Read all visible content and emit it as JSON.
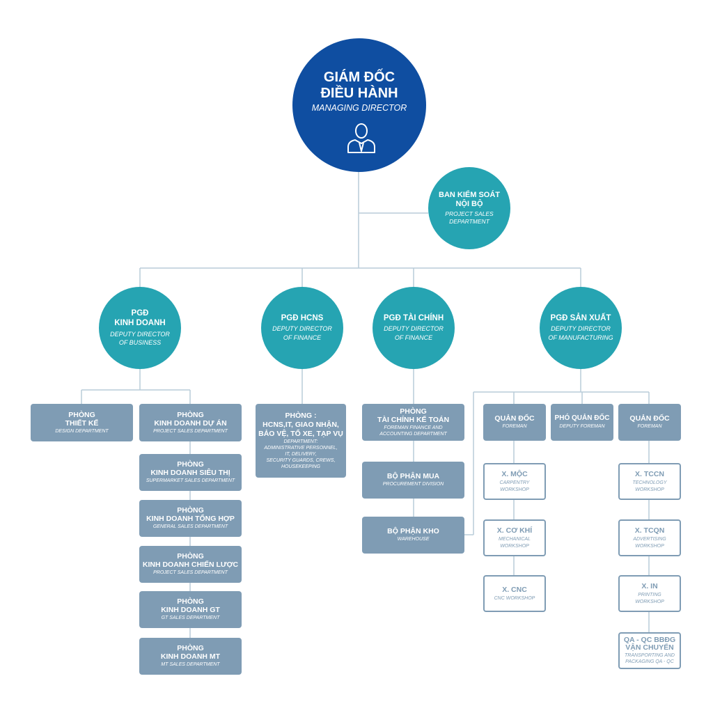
{
  "colors": {
    "managing": "#0f4ea1",
    "deputy": "#26a4b2",
    "box": "#7f9cb4",
    "line": "#b8ccd9"
  },
  "managing_director": {
    "title_line1": "GIÁM ĐỐC",
    "title_line2": "ĐIỀU HÀNH",
    "subtitle": "MANAGING DIRECTOR",
    "icon": "user-tie-icon"
  },
  "control": {
    "title": "BAN KIỂM SOÁT\nNỘI BỘ",
    "subtitle": "PROJECT SALES\nDEPARTMENT"
  },
  "deputies": {
    "business": {
      "title": "PGĐ\nKINH DOANH",
      "subtitle": "DEPUTY DIRECTOR\nOF BUSINESS"
    },
    "hr": {
      "title": "PGĐ HCNS",
      "subtitle": "DEPUTY DIRECTOR\nOF  FINANCE"
    },
    "finance": {
      "title": "PGĐ TÀI CHÍNH",
      "subtitle": "DEPUTY DIRECTOR\nOF  FINANCE"
    },
    "production": {
      "title": "PGĐ SẢN XUẤT",
      "subtitle": "DEPUTY DIRECTOR\nOF MANUFACTURING"
    }
  },
  "business_depts": {
    "design": {
      "title": "PHÒNG\nTHIẾT KẾ",
      "subtitle": "DESIGN DEPARTMENT"
    },
    "project": {
      "title": "PHÒNG\nKINH DOANH DỰ ÁN",
      "subtitle": "PROJECT SALES DEPARTMENT"
    },
    "supermarket": {
      "title": "PHÒNG\nKINH DOANH SIÊU THỊ",
      "subtitle": "SUPERMARKET SALES DEPARTMENT"
    },
    "general": {
      "title": "PHÒNG\nKINH DOANH TỔNG HỢP",
      "subtitle": "GENERAL SALES DEPARTMENT"
    },
    "strategy": {
      "title": "PHÒNG\nKINH DOANH CHIẾN LƯỢC",
      "subtitle": "PROJECT SALES DEPARTMENT"
    },
    "gt": {
      "title": "PHÒNG\nKINH DOANH GT",
      "subtitle": "GT SALES DEPARTMENT"
    },
    "mt": {
      "title": "PHÒNG\nKINH DOANH MT",
      "subtitle": "MT SALES DEPARTMENT"
    }
  },
  "hr_dept": {
    "title": "PHÒNG :\nHCNS,IT, GIAO NHẬN,\nBẢO VỆ, TỔ XE, TẠP VỤ",
    "subtitle": "DEPARTMENT:\nADMINISTRATIVE PERSONNEL,\nIT, DELIVERY,\nSECURITY GUARDS, CREWS,\nHOUSEKEEPING"
  },
  "finance_depts": {
    "accounting": {
      "title": "PHÒNG\nTÀI CHÍNH KẾ TOÁN",
      "subtitle": "FOREMAN FINANCE AND\nACCOUNTING DEPARTMENT"
    },
    "procurement": {
      "title": "BỘ PHẬN MUA",
      "subtitle": "PROCUREMENT DIVISION"
    },
    "warehouse": {
      "title": "BỘ PHẬN KHO",
      "subtitle": "WAREHOUSE"
    }
  },
  "production_roles": {
    "foreman1": {
      "title": "QUẢN ĐỐC",
      "subtitle": "FOREMAN"
    },
    "deputy_foreman": {
      "title": "PHÓ QUẢN ĐỐC",
      "subtitle": "DEPUTY FOREMAN"
    },
    "foreman2": {
      "title": "QUẢN ĐỐC",
      "subtitle": "FOREMAN"
    }
  },
  "workshops_left": {
    "carpentry": {
      "title": "X. MỘC",
      "subtitle": "CARPENTRY\nWORKSHOP"
    },
    "mechanical": {
      "title": "X. CƠ KHÍ",
      "subtitle": "MECHANICAL\nWORKSHOP"
    },
    "cnc": {
      "title": "X. CNC",
      "subtitle": "CNC WORKSHOP"
    }
  },
  "workshops_right": {
    "technology": {
      "title": "X. TCCN",
      "subtitle": "TECHNOLOGY\nWORKSHOP"
    },
    "advertising": {
      "title": "X. TCQN",
      "subtitle": "ADVERTISING\nWORKSHOP"
    },
    "printing": {
      "title": "X. IN",
      "subtitle": "PRINTING\nWORKSHOP"
    },
    "qa": {
      "title": "QA - QC BBĐG\nVẬN CHUYỂN",
      "subtitle": "TRANSPORTING AND\nPACKAGING QA - QC"
    }
  }
}
